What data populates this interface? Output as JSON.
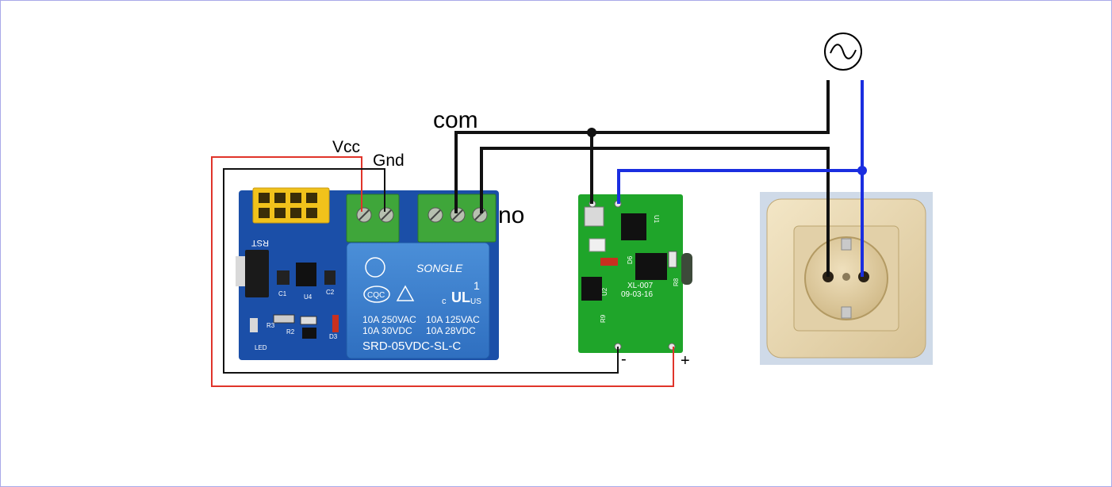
{
  "diagram": {
    "labels": {
      "vcc": "Vcc",
      "gnd": "Gnd",
      "com": "com",
      "no": "no",
      "minus": "-",
      "plus": "+"
    },
    "relay": {
      "brand": "SONGLE",
      "cqc": "CQC",
      "ul": "US",
      "one": "1",
      "c": "c",
      "rating_l1": "10A 250VAC",
      "rating_l2": "10A  30VDC",
      "rating_r1": "10A 125VAC",
      "rating_r2": "10A  28VDC",
      "model": "SRD-05VDC-SL-C"
    },
    "relay_board_silk": {
      "rst": "RST",
      "c1": "C1",
      "u4": "U4",
      "c2": "C2",
      "r3": "R3",
      "r2": "R2",
      "led": "LED",
      "d3": "D3"
    },
    "psu_silk": {
      "u2": "U2",
      "u1": "U1",
      "d6": "D6",
      "r8": "R8",
      "r9": "R9",
      "model": "XL-007",
      "date": "09-03-16"
    },
    "colors": {
      "red_wire": "#e0342a",
      "black_wire": "#111111",
      "blue_wire": "#1a2ee0",
      "pcb_blue": "#1b4fa8",
      "pcb_green": "#1fa52a",
      "terminal_green": "#3fa63a",
      "socket_beige": "#e9d9b4"
    }
  }
}
